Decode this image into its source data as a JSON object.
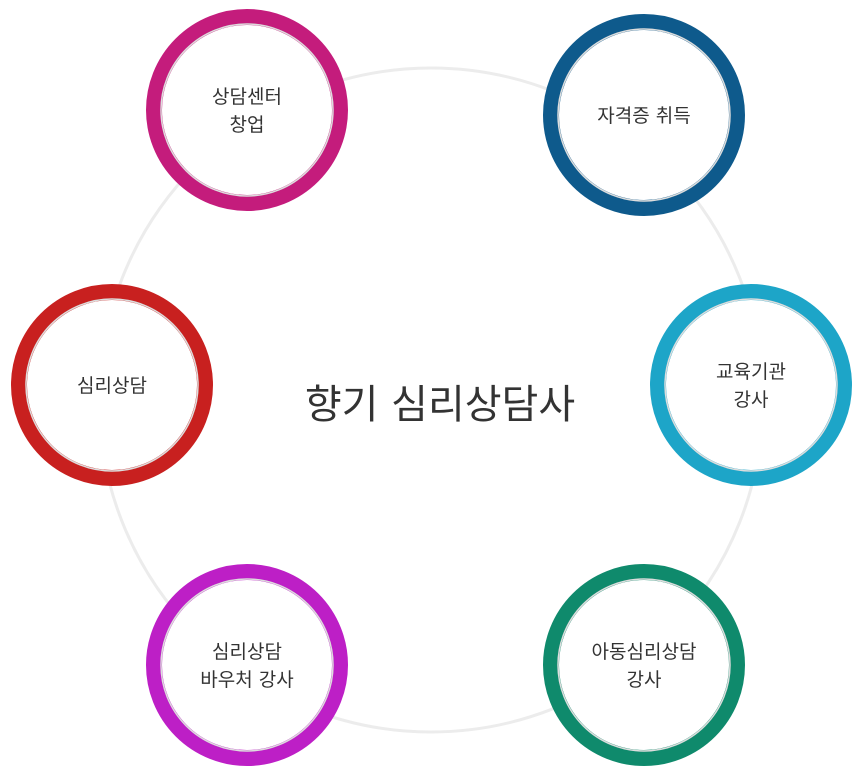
{
  "center": {
    "title": "향기 심리상담사"
  },
  "nodes": [
    {
      "id": "startup",
      "lines": [
        "상담센터",
        "창업"
      ],
      "color": "#c41c7c"
    },
    {
      "id": "certification",
      "lines": [
        "자격증 취득"
      ],
      "color": "#0e5a8c"
    },
    {
      "id": "edu-instructor",
      "lines": [
        "교육기관",
        "강사"
      ],
      "color": "#1da5c8"
    },
    {
      "id": "child-counseling",
      "lines": [
        "아동심리상담",
        "강사"
      ],
      "color": "#0f8a6c"
    },
    {
      "id": "voucher-instructor",
      "lines": [
        "심리상담",
        "바우처 강사"
      ],
      "color": "#bd1fc6"
    },
    {
      "id": "counseling",
      "lines": [
        "심리상담"
      ],
      "color": "#c8201f"
    }
  ]
}
